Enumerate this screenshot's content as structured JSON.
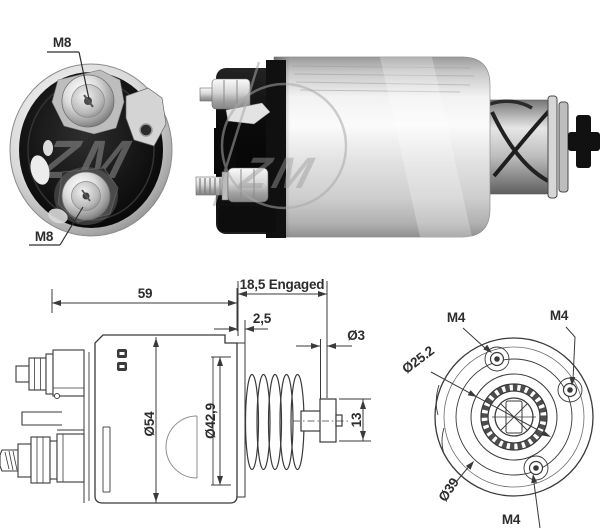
{
  "watermark": {
    "text": "ZM"
  },
  "colors": {
    "background": "#ffffff",
    "drawing_line": "#3a3a3a",
    "dimension_text": "#2d2d2d",
    "photo_black": "#141414",
    "chrome_light": "#f5f5f5",
    "chrome_mid": "#c9c9c9",
    "chrome_dark": "#8a8a8a",
    "watermark_gray": "#9a9a9a"
  },
  "end_view_photo": {
    "label_terminal_top": "M8",
    "label_terminal_bottom": "M8"
  },
  "side_view_drawing": {
    "dim_body_length": "59",
    "dim_engaged": "18,5 Engaged",
    "dim_flange_thickness": "2,5",
    "dim_pin_hole_diameter": "Ø3",
    "dim_body_diameter": "Ø54",
    "dim_flange_diameter": "Ø42,9",
    "dim_pin_length": "13"
  },
  "front_view_drawing": {
    "label_screw_top_left": "M4",
    "label_screw_top_right": "M4",
    "label_screw_bottom": "M4",
    "dim_center_bore": "Ø25.2",
    "dim_bolt_circle": "Ø39"
  }
}
